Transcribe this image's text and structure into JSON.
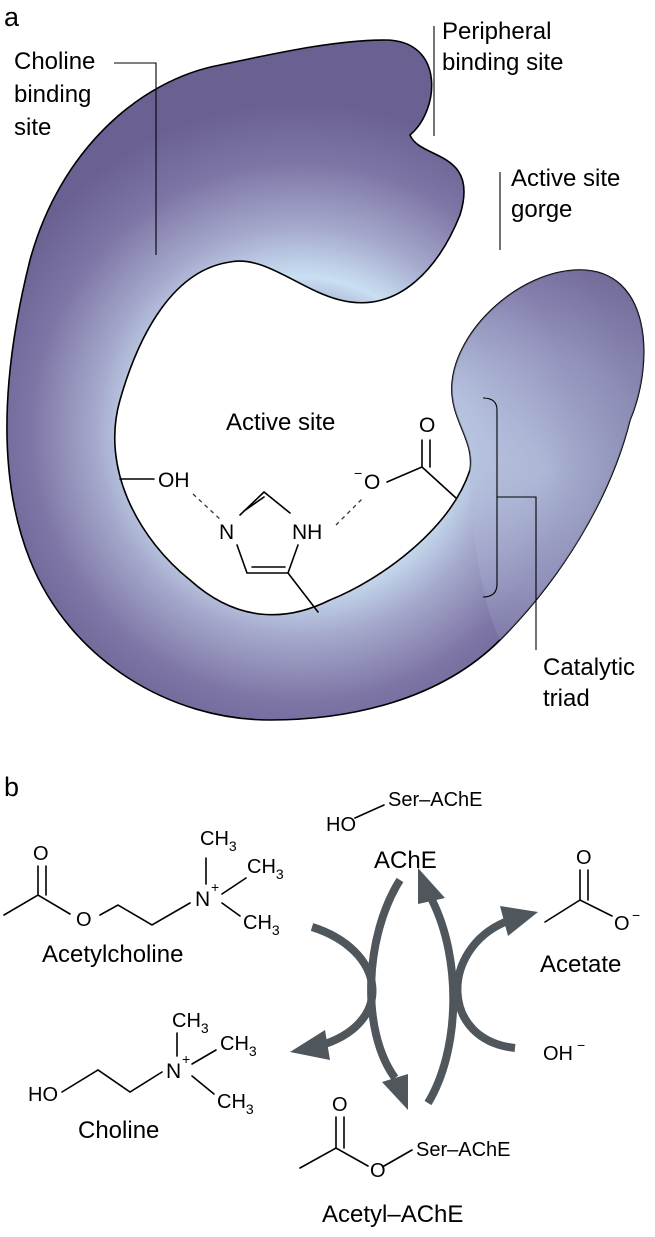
{
  "panel_a": {
    "label": "a",
    "choline_binding_site": [
      "Choline",
      "binding",
      "site"
    ],
    "peripheral_binding_site": [
      "Peripheral",
      "binding site"
    ],
    "active_site_gorge": [
      "Active site",
      "gorge"
    ],
    "active_site": "Active site",
    "catalytic_triad": [
      "Catalytic",
      "triad"
    ],
    "residues": {
      "hydroxyl": "OH",
      "ring_n": "N",
      "ring_nh": "NH",
      "carboxylate_o_top": "O",
      "carboxylate_o_minus": "O",
      "minus": "−"
    }
  },
  "panel_b": {
    "label": "b",
    "ache_group": {
      "ho": "HO",
      "ser": "Ser–AChE"
    },
    "ache": "AChE",
    "acetylcholine": {
      "name": "Acetylcholine",
      "o_carbonyl": "O",
      "o_ester": "O",
      "n": "N",
      "plus": "+",
      "ch3_a": "CH",
      "ch3_b": "CH",
      "ch3_c": "CH",
      "three": "3"
    },
    "acetate": {
      "name": "Acetate",
      "o_top": "O",
      "o_minus": "O",
      "minus": "−"
    },
    "hydroxide": {
      "oh": "OH",
      "minus": "−"
    },
    "choline": {
      "name": "Choline",
      "ho": "HO",
      "n": "N",
      "plus": "+",
      "ch3_a": "CH",
      "ch3_b": "CH",
      "ch3_c": "CH",
      "three": "3"
    },
    "acetyl_ache": {
      "name": "Acetyl–AChE",
      "o_top": "O",
      "o_ester": "O",
      "ser": "Ser–AChE"
    }
  },
  "colors": {
    "protein_edge": "#6e6596",
    "protein_mid": "#c9dff2",
    "arrow": "#4f565c"
  }
}
